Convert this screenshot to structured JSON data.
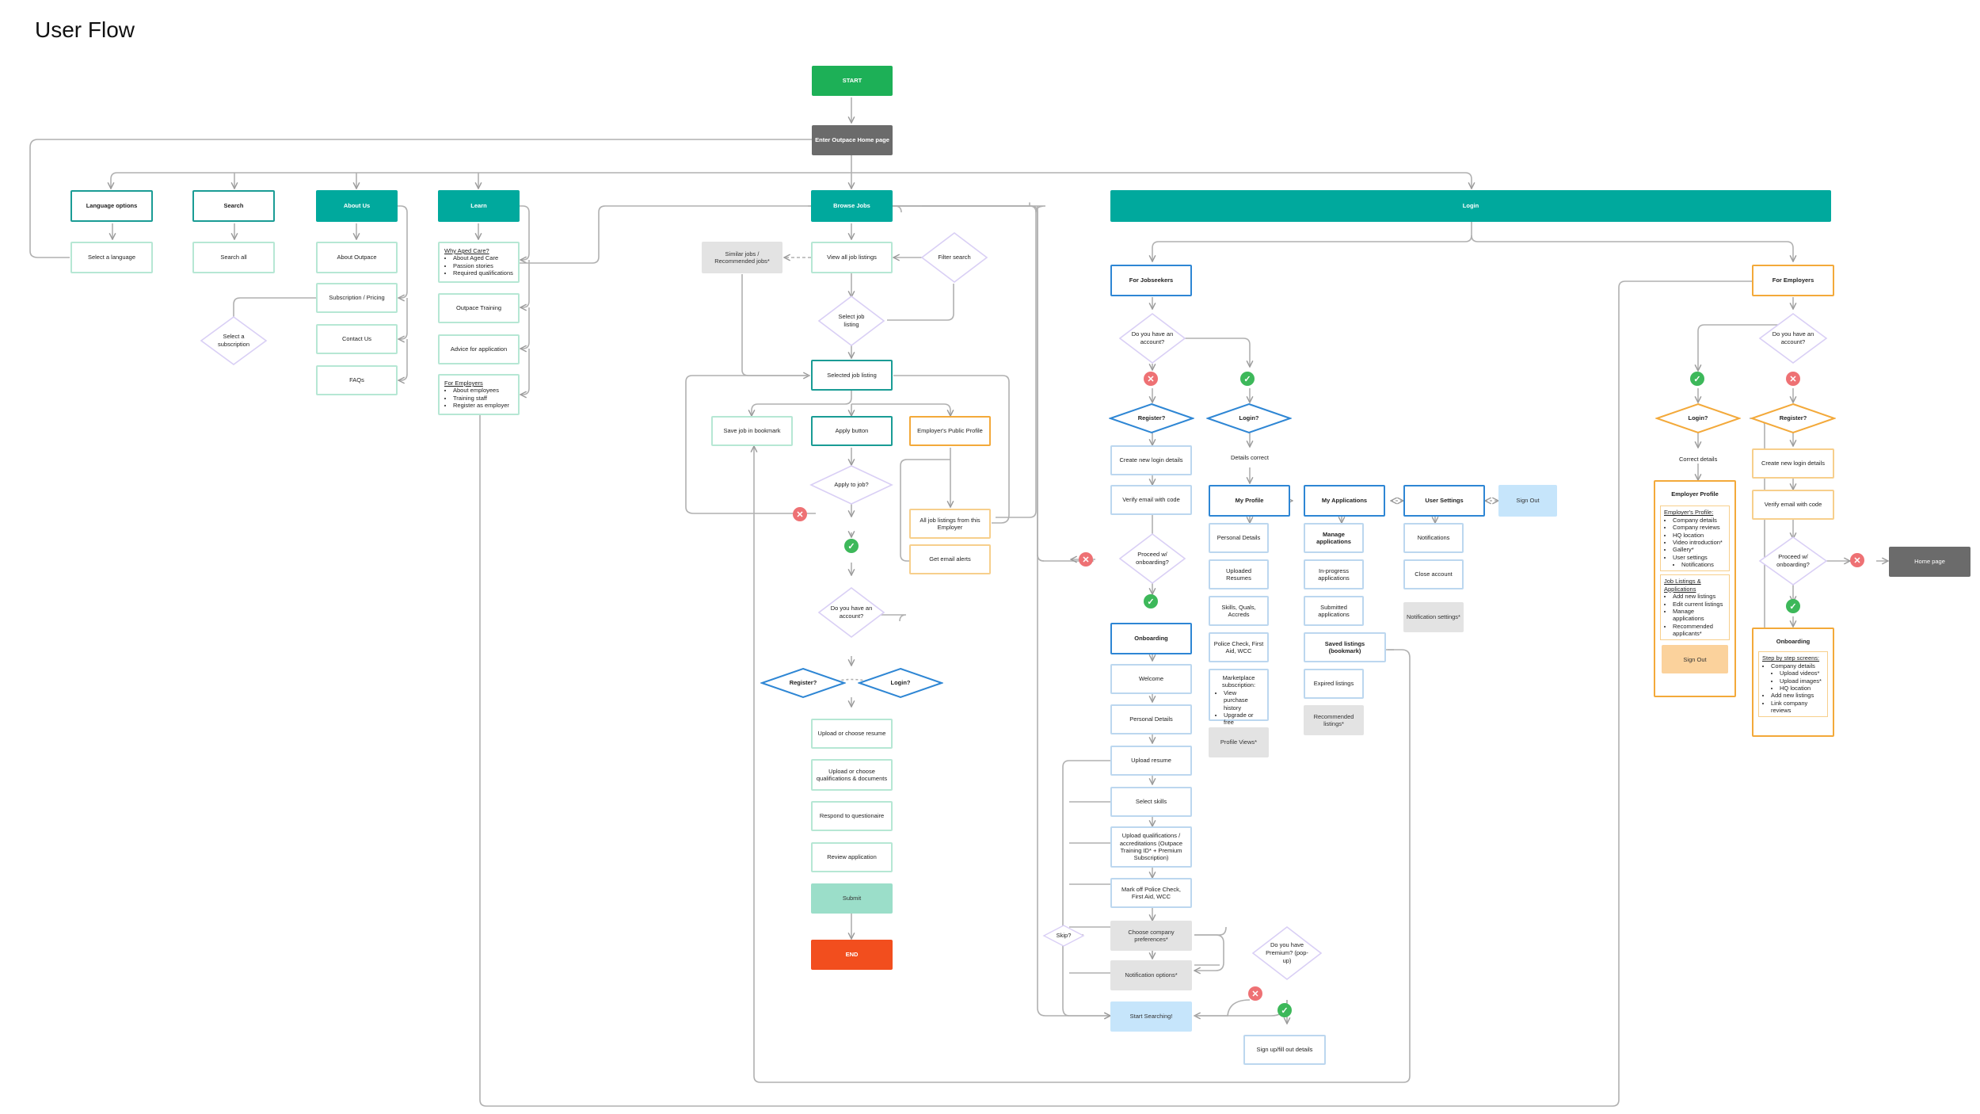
{
  "title": "User Flow",
  "colors": {
    "teal": "#00a99d",
    "start": "#1db057",
    "end": "#f24e1e",
    "blue": "#2e86d4",
    "orange": "#f3a93a",
    "check": "#3db85a",
    "cross": "#ee7174"
  },
  "n": {
    "start": "START",
    "home": "Enter Outpace Home page",
    "lang": "Language options",
    "search": "Search",
    "about": "About Us",
    "learn": "Learn",
    "browse": "Browse Jobs",
    "login": "Login",
    "select_lang": "Select a language",
    "search_all": "Search all",
    "about_outpace": "About Outpace",
    "sub_pricing": "Subscription / Pricing",
    "contact": "Contact Us",
    "faqs": "FAQs",
    "select_sub": "Select a subscription",
    "outpace_training": "Outpace Training",
    "advice": "Advice for application",
    "similar": "Similar jobs / Recommended jobs*",
    "view_listings": "View all job listings",
    "filter": "Filter search",
    "select_listing": "Select job listing",
    "selected_listing": "Selected job listing",
    "save_bookmark": "Save job in bookmark",
    "apply_btn": "Apply button",
    "employer_profile": "Employer's Public Profile",
    "apply_q": "Apply to job?",
    "all_listings_emp": "All job listings from this Employer",
    "email_alerts": "Get email alerts",
    "have_acc": "Do you have an account?",
    "register_q": "Register?",
    "login_q": "Login?",
    "upload_resume": "Upload or choose resume",
    "upload_quals": "Upload or choose qualifications & documents",
    "questionnaire": "Respond to questionaire",
    "review": "Review application",
    "submit": "Submit",
    "end": "END",
    "jobseekers": "For Jobseekers",
    "employers": "For Employers",
    "create_login": "Create new login details",
    "verify_email": "Verify email with code",
    "proceed": "Proceed w/ onboarding?",
    "onboarding": "Onboarding",
    "welcome": "Welcome",
    "personal": "Personal Details",
    "upload_resume2": "Upload resume",
    "select_skills": "Select skills",
    "upload_quals2": "Upload qualifications / accreditations (Outpace Training ID* + Premium Subscription)",
    "police": "Mark off Police Check, First Aid, WCC",
    "skip": "Skip?",
    "company_prefs": "Choose company preferences*",
    "notif_opts": "Notification options*",
    "start_search": "Start Searching!",
    "premium_q": "Do you have Premium? (pop-up)",
    "signup_details": "Sign up/fill out details",
    "details_correct": "Details correct",
    "correct_details": "Correct details",
    "my_profile": "My Profile",
    "my_apps": "My Applications",
    "user_settings": "User Settings",
    "sign_out": "Sign Out",
    "p_personal": "Personal Details",
    "p_resumes": "Uploaded Resumes",
    "p_skills": "Skills, Quals, Accreds",
    "p_police": "Police Check, First Aid, WCC",
    "p_views": "Profile Views*",
    "manage_apps": "Manage applications",
    "inprogress": "In-progress applications",
    "submitted": "Submitted applications",
    "saved": "Saved listings (bookmark)",
    "expired": "Expired listings",
    "recommended": "Recommended listings*",
    "notifications": "Notifications",
    "close_acc": "Close account",
    "notif_settings": "Notification settings*",
    "emp_have_acc": "Do you have an account?",
    "emp_login_q": "Login?",
    "emp_register_q": "Register?",
    "emp_create": "Create new login details",
    "emp_verify": "Verify email with code",
    "emp_proceed": "Proceed w/ onboarding?",
    "home_page": "Home page",
    "emp_onboarding": "Onboarding",
    "emp_signout": "Sign Out"
  },
  "lists": {
    "learn_why": {
      "head": "Why Aged Care?",
      "items": [
        "About Aged Care",
        "Passion stories",
        "Required qualifications"
      ]
    },
    "learn_emp": {
      "head": "For Employers",
      "items": [
        "About employees",
        "Training staff",
        "Register as employer"
      ]
    },
    "marketplace": {
      "head": "",
      "items": [
        "View purchase history",
        "Upgrade or free"
      ],
      "lead": "Marketplace subscription:"
    },
    "emp_profile": {
      "title": "Employer Profile",
      "head": "Employer's Profile:",
      "items": [
        "Company details",
        "Company reviews",
        "HQ location",
        "Video introduction*",
        "Gallery*",
        "User settings"
      ],
      "sub": [
        "Notifications"
      ]
    },
    "emp_listings": {
      "head": "Job Listings & Applications",
      "items": [
        "Add new listings",
        "Edit current listings",
        "Manage applications",
        "Recommended applicants*"
      ]
    },
    "emp_onb": {
      "head": "Step by step screens:",
      "items": [
        "Company details"
      ],
      "sub": [
        "Upload videos*",
        "Upload images*",
        "HQ location"
      ],
      "items2": [
        "Add new listings",
        "Link company reviews"
      ]
    }
  }
}
